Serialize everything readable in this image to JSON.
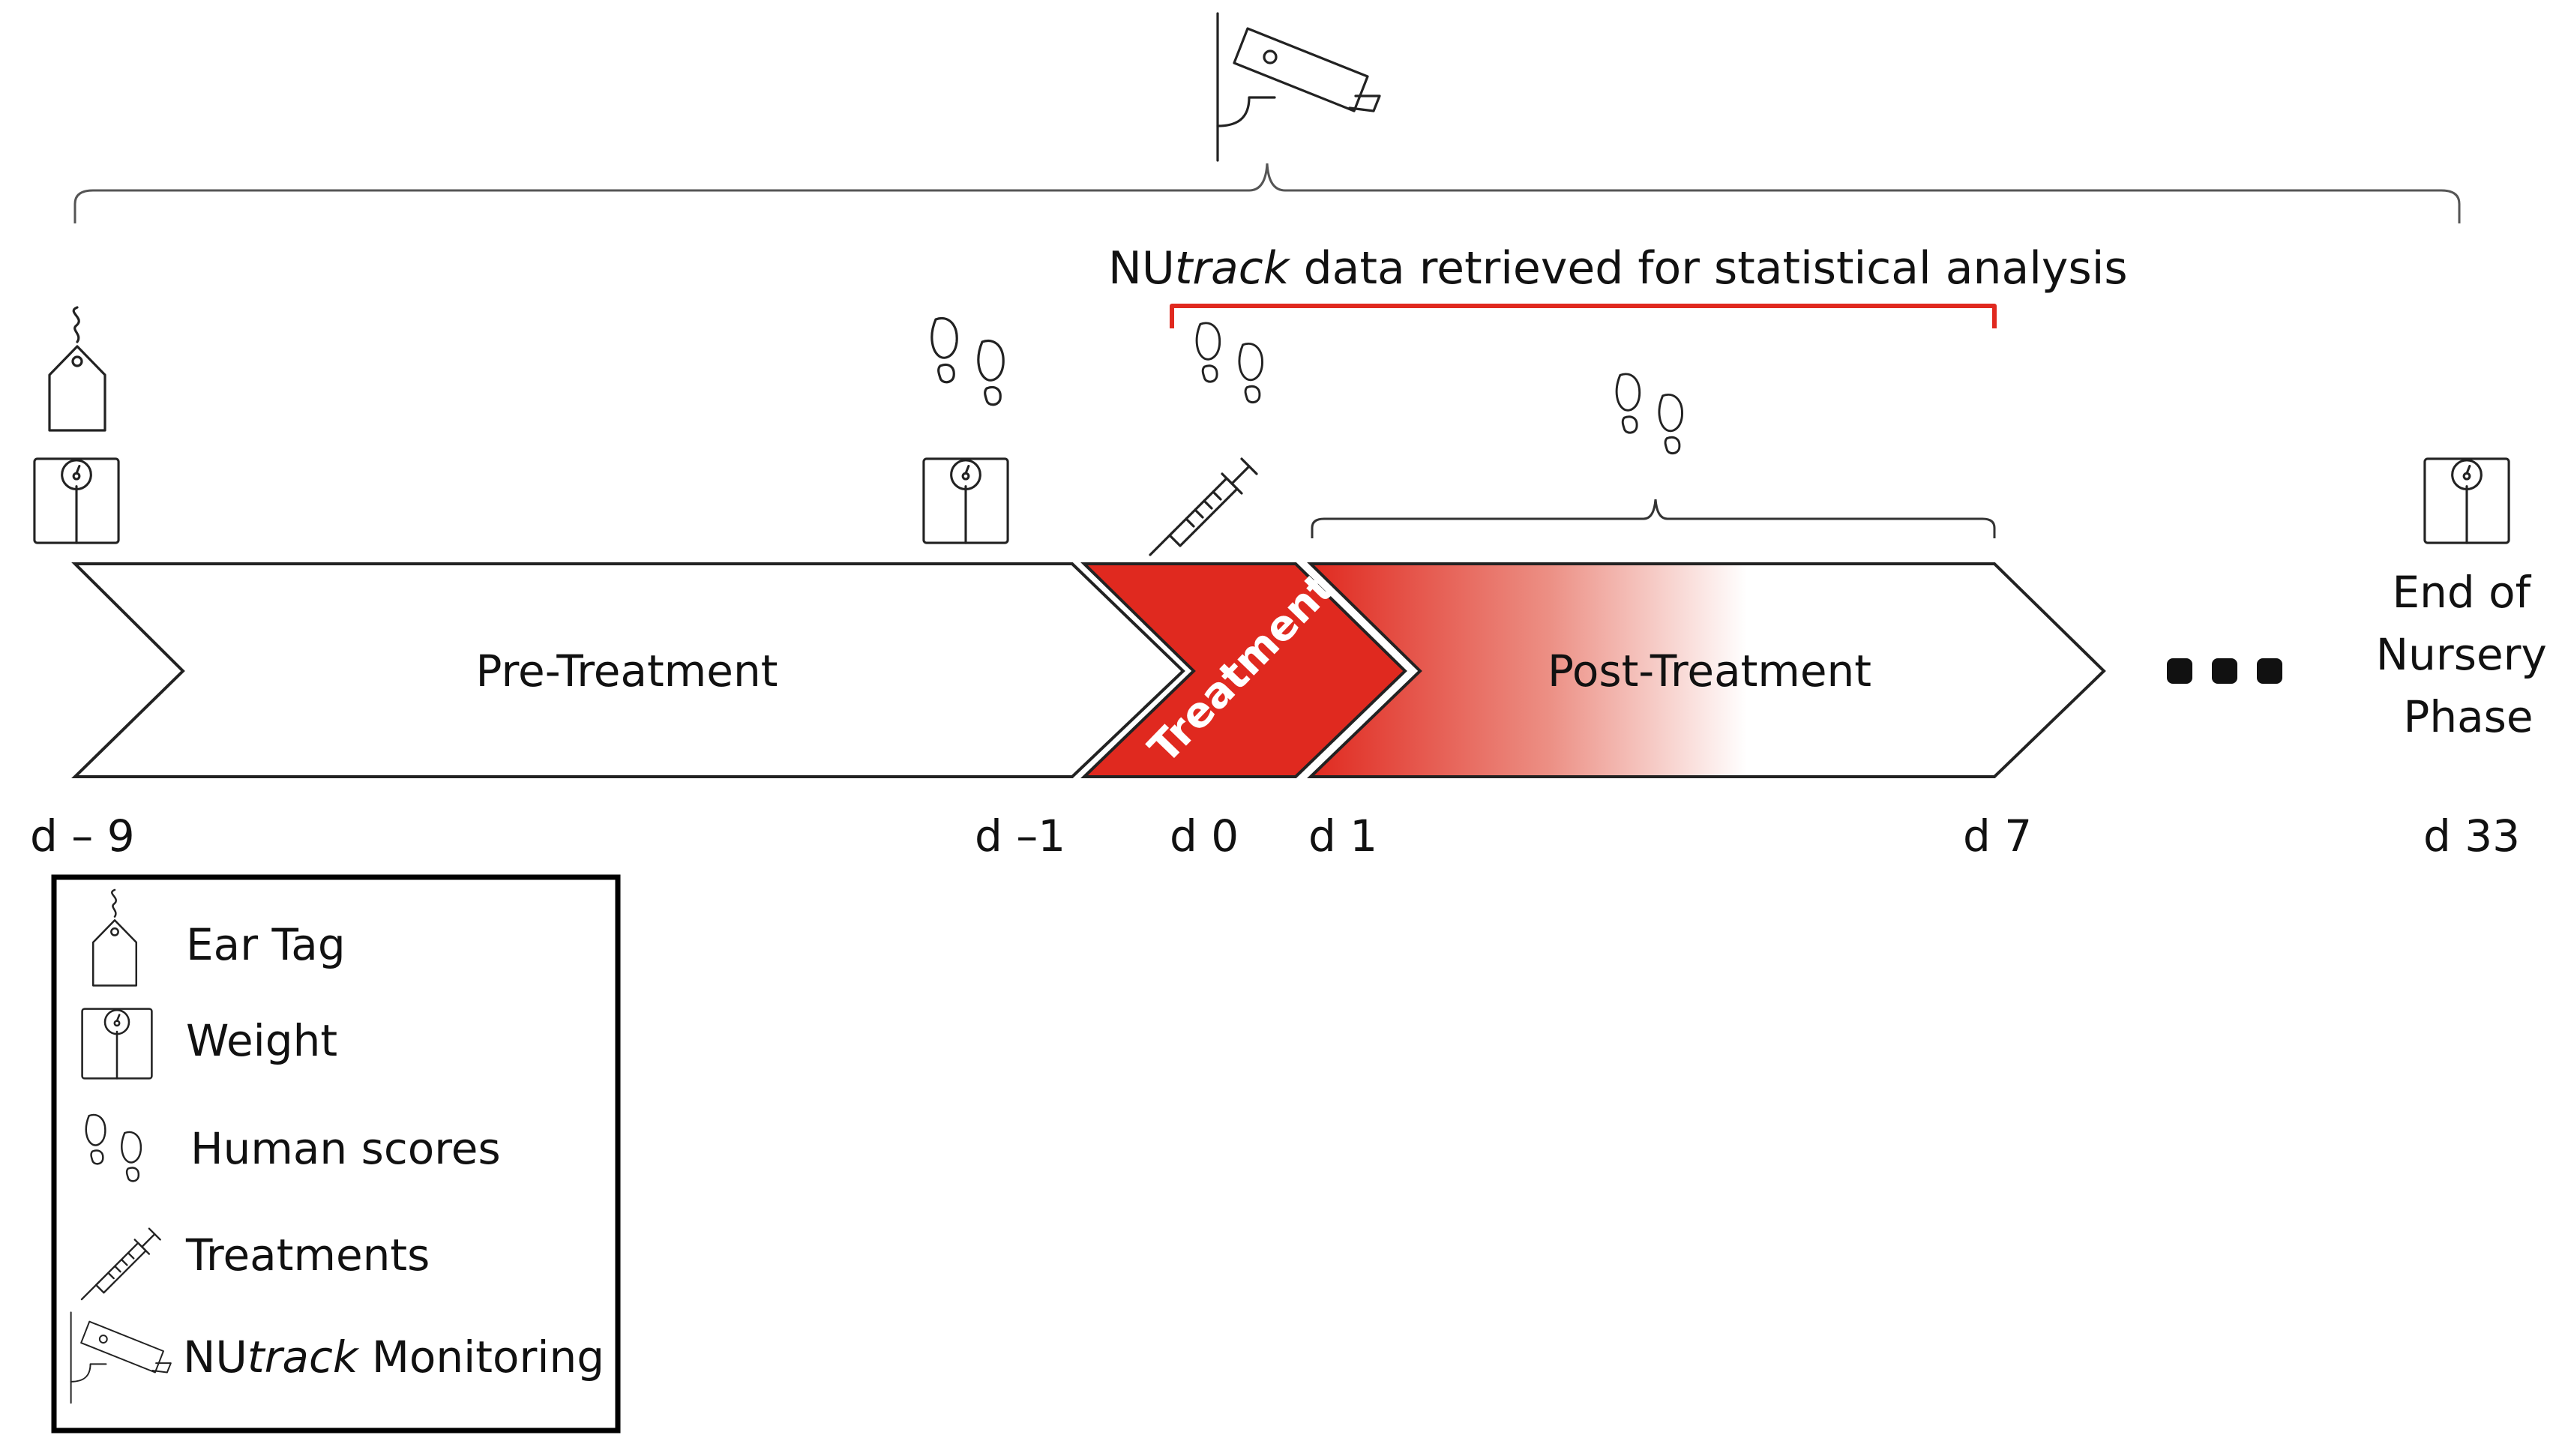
{
  "banner": {
    "prefix": "NU",
    "emphasis": "track",
    "suffix": " data retrieved for statistical analysis"
  },
  "phases": {
    "pre": "Pre-Treatment",
    "treatment": "Treatment",
    "post": "Post-Treatment",
    "ellipsis": "• • •"
  },
  "end_label": [
    "End of",
    "Nursery",
    "Phase"
  ],
  "days": {
    "d_minus_9": "d – 9",
    "d_minus_1": "d –1",
    "d0": "d 0",
    "d1": "d 1",
    "d7": "d 7",
    "d33": "d 33"
  },
  "legend": {
    "ear_tag": "Ear Tag",
    "weight": "Weight",
    "human_scores": "Human scores",
    "treatments": "Treatments",
    "monitoring_prefix": "NU",
    "monitoring_emphasis": "track",
    "monitoring_suffix": " Monitoring"
  },
  "colors": {
    "treatment_red": "#e0291f",
    "bracket_red": "#e0291f",
    "outline": "#222222"
  },
  "icons": [
    "camera-icon",
    "ear-tag-icon",
    "scale-icon",
    "footprints-icon",
    "syringe-icon"
  ]
}
